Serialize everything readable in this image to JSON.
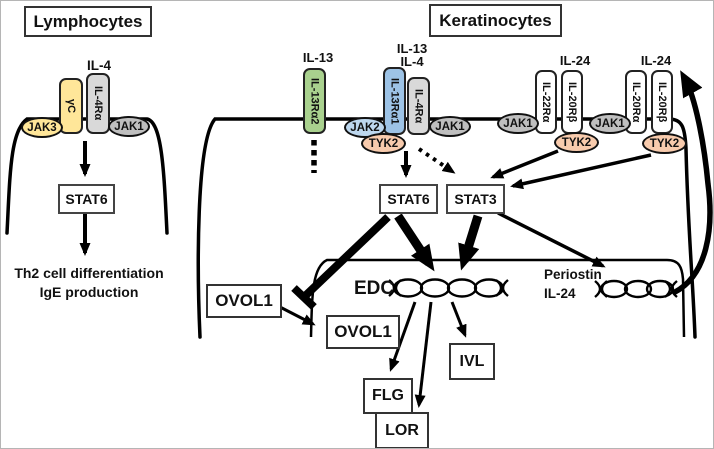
{
  "lymphocytes": {
    "title": "Lymphocytes",
    "ligand": "IL-4",
    "receptor_gc": "γC",
    "receptor_il4ra": "IL-4Rα",
    "jak3": "JAK3",
    "jak1": "JAK1",
    "stat6": "STAT6",
    "outcome1": "Th2 cell differentiation",
    "outcome2": "IgE production"
  },
  "keratinocytes": {
    "title": "Keratinocytes",
    "ligand_il13": "IL-13",
    "ligand_mix1": "IL-13",
    "ligand_mix2": "IL-4",
    "ligand_il24_a": "IL-24",
    "ligand_il24_b": "IL-24",
    "receptor_il13ra2": "IL-13Rα2",
    "receptor_il13ra1": "IL-13Rα1",
    "receptor_il4ra": "IL-4Rα",
    "receptor_il22ra": "IL-22Rα",
    "receptor_il20rb_a": "IL-20Rβ",
    "receptor_il20ra": "IL-20Rα",
    "receptor_il20rb_b": "IL-20Rβ",
    "jak2": "JAK2",
    "tyk2_a": "TYK2",
    "jak1_a": "JAK1",
    "jak1_b": "JAK1",
    "tyk2_b": "TYK2",
    "jak1_c": "JAK1",
    "tyk2_c": "TYK2",
    "stat6": "STAT6",
    "stat3": "STAT3",
    "ovol1_cyto": "OVOL1",
    "ovol1_nuc": "OVOL1",
    "edc": "EDC",
    "periostin1": "Periostin",
    "periostin2": "IL-24",
    "ivl": "IVL",
    "flg": "FLG",
    "lor": "LOR"
  },
  "colors": {
    "receptor_yellow": "#ffe699",
    "receptor_gray": "#d9d9d9",
    "receptor_green": "#a9d18e",
    "receptor_blue": "#9dc3e6",
    "jak2_blue": "#bdd7ee",
    "tyk2_peach": "#f8cbad",
    "jak1_gray": "#bfbfbf",
    "line_black": "#000000"
  },
  "edges": [
    {
      "from": "IL-4 receptor γC/IL-4Rα",
      "to": "STAT6",
      "type": "activation"
    },
    {
      "from": "STAT6",
      "to": "Th2 cell differentiation / IgE production",
      "type": "activation"
    },
    {
      "from": "IL-13Rα1/IL-4Rα complex",
      "to": "STAT6",
      "type": "activation"
    },
    {
      "from": "IL-13Rα1/IL-4Rα complex",
      "to": "STAT3",
      "type": "activation-dotted"
    },
    {
      "from": "IL-22Rα/IL-20Rβ complex",
      "to": "STAT3",
      "type": "activation"
    },
    {
      "from": "IL-20Rα/IL-20Rβ complex",
      "to": "STAT3",
      "type": "activation"
    },
    {
      "from": "STAT6",
      "to": "OVOL1 nuclear translocation",
      "type": "inhibition"
    },
    {
      "from": "STAT6",
      "to": "EDC",
      "type": "strong-activation"
    },
    {
      "from": "STAT3",
      "to": "EDC",
      "type": "strong-activation"
    },
    {
      "from": "STAT3",
      "to": "Periostin / IL-24 genes",
      "type": "activation"
    },
    {
      "from": "OVOL1 cytoplasm",
      "to": "OVOL1 nucleus",
      "type": "translocation"
    },
    {
      "from": "EDC",
      "to": "FLG",
      "type": "expression"
    },
    {
      "from": "EDC",
      "to": "LOR",
      "type": "expression"
    },
    {
      "from": "EDC",
      "to": "IVL",
      "type": "expression"
    },
    {
      "from": "Periostin / IL-24",
      "to": "IL-24 receptors",
      "type": "feedback-loop"
    }
  ]
}
